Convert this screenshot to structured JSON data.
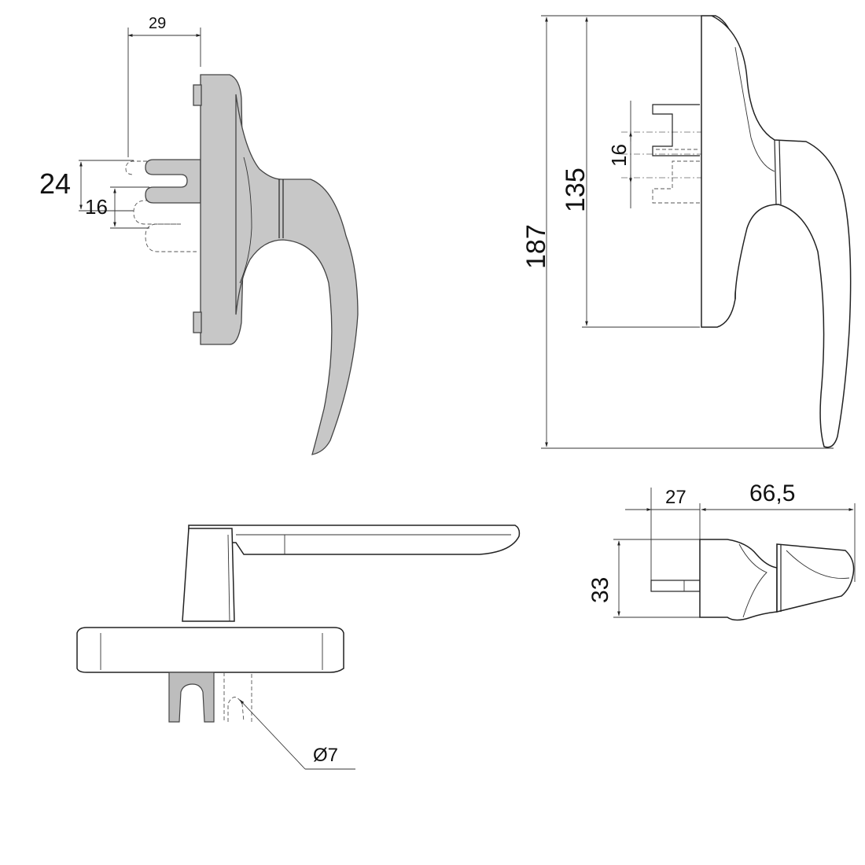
{
  "dimensions": {
    "front_offset": "29",
    "front_total_spindle": "24",
    "front_spindle_pitch": "16",
    "side_total_height": "187",
    "side_plate_height": "135",
    "side_pitch": "16",
    "top_spindle_length": "27",
    "top_handle_length": "66,5",
    "top_width": "33",
    "bottom_diameter": "Ø7"
  }
}
